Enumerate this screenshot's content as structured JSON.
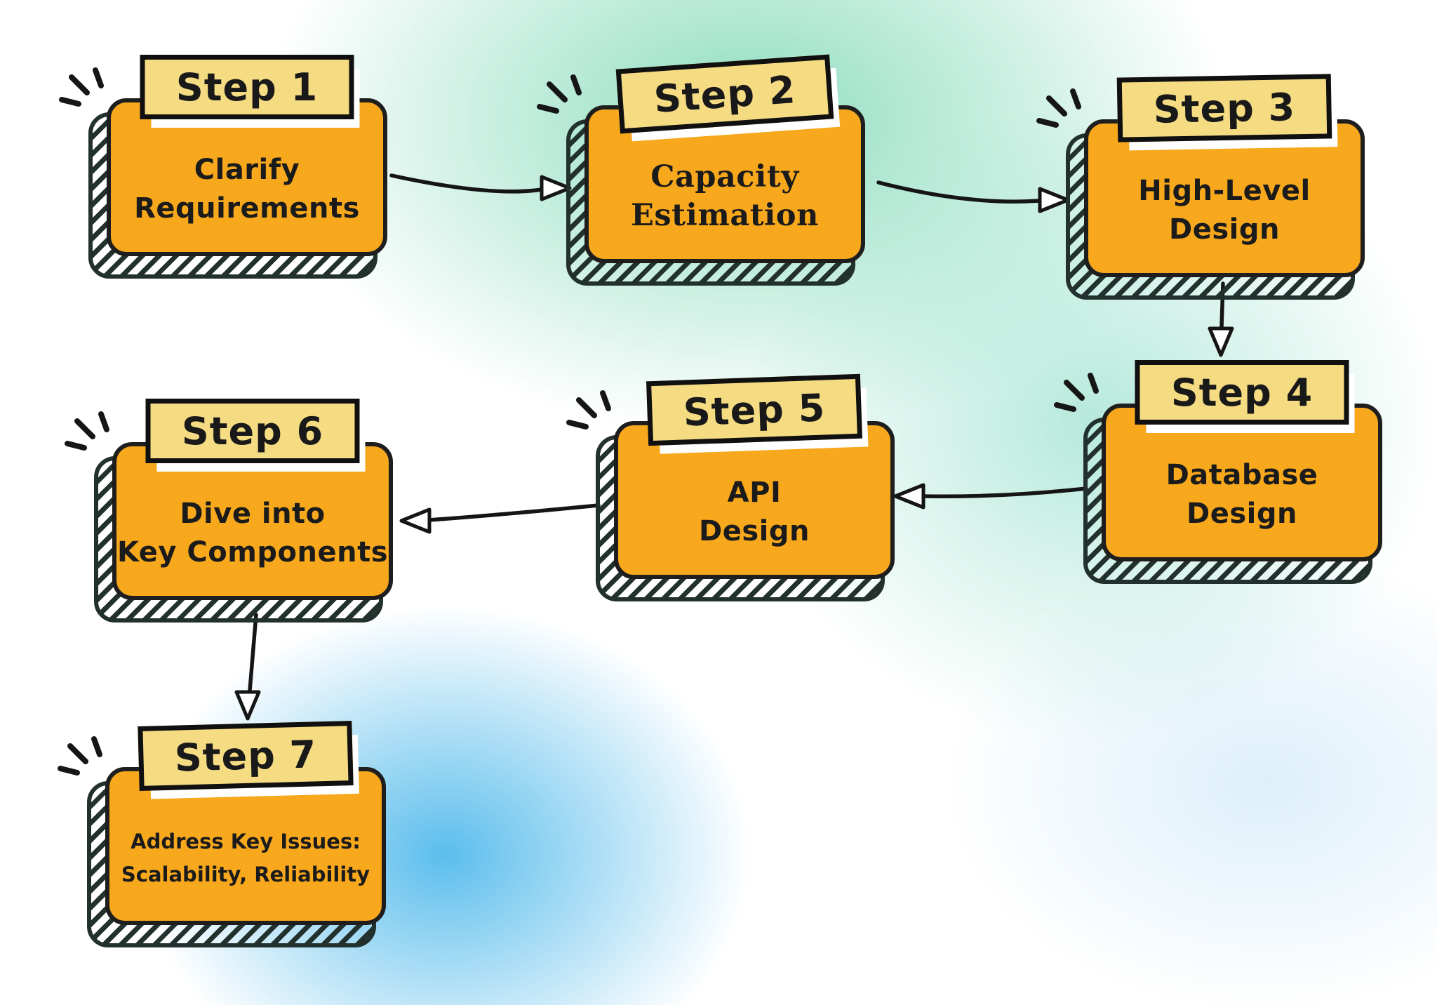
{
  "diagram": {
    "type": "flowchart",
    "steps": [
      {
        "label": "Step 1",
        "line1": "Clarify",
        "line2": "Requirements"
      },
      {
        "label": "Step 2",
        "line1": "Capacity",
        "line2": "Estimation"
      },
      {
        "label": "Step 3",
        "line1": "High-Level",
        "line2": "Design"
      },
      {
        "label": "Step 4",
        "line1": "Database",
        "line2": "Design"
      },
      {
        "label": "Step 5",
        "line1": "API",
        "line2": "Design"
      },
      {
        "label": "Step 6",
        "line1": "Dive into",
        "line2": "Key Components"
      },
      {
        "label": "Step 7",
        "line1": "Address Key Issues:",
        "line2": "Scalability, Reliability"
      }
    ],
    "edges": [
      {
        "from": "Step 1",
        "to": "Step 2"
      },
      {
        "from": "Step 2",
        "to": "Step 3"
      },
      {
        "from": "Step 3",
        "to": "Step 4"
      },
      {
        "from": "Step 4",
        "to": "Step 5"
      },
      {
        "from": "Step 5",
        "to": "Step 6"
      },
      {
        "from": "Step 6",
        "to": "Step 7"
      }
    ],
    "colors": {
      "node_fill": "#F8A81C",
      "tab_fill": "#F5DB82",
      "outline": "#1E1E1E",
      "hatch": "#22312D",
      "bg_teal": "#86DBBB",
      "bg_blue": "#3FB2E9"
    }
  }
}
